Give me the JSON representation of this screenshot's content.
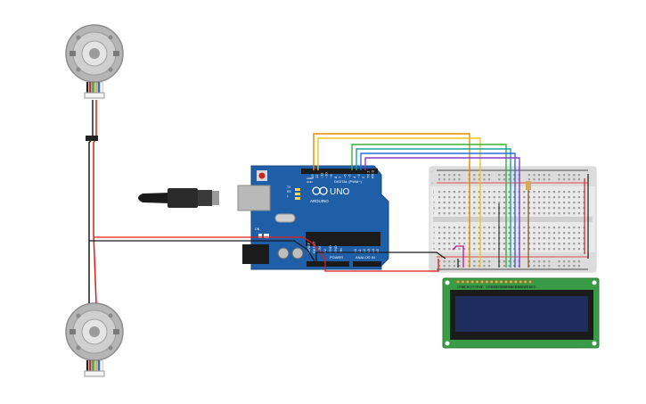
{
  "arduino": {
    "brand": "ARDUINO",
    "model": "UNO",
    "header_digital": "DIGITAL (PWM~)",
    "header_power": "POWER",
    "header_analog": "ANALOG IN",
    "label_tx": "TX",
    "label_rx": "RX",
    "label_l": "L",
    "label_on": "ON",
    "label_aref": "AREF",
    "label_gnd": "GND",
    "digital_pins": [
      "13",
      "12",
      "~11",
      "~10",
      "~9",
      "8",
      "7",
      "~6",
      "~5",
      "4",
      "~3",
      "2",
      "TX 1",
      "RX 0"
    ],
    "power_pins": [
      "IOREF",
      "RESET",
      "3.3V",
      "5V",
      "GND",
      "GND",
      "Vin"
    ],
    "analog_pins": [
      "A0",
      "A1",
      "A2",
      "A3",
      "A4",
      "A5"
    ]
  },
  "lcd": {
    "pin_labels": [
      "GND",
      "VCC",
      "V0",
      "RS",
      "RW",
      "E",
      "DB0",
      "DB1",
      "DB2",
      "DB3",
      "DB4",
      "DB5",
      "DB6",
      "DB7",
      "LED",
      "LED"
    ]
  },
  "breadboard": {
    "row_letters_top": [
      "j",
      "i",
      "h",
      "g",
      "f"
    ],
    "row_letters_bottom": [
      "e",
      "d",
      "c",
      "b",
      "a"
    ],
    "rail_plus": "+",
    "rail_minus": "-"
  },
  "colors": {
    "board_blue": "#1f5fa8",
    "wire_red": "#e01b1b",
    "wire_black": "#1b1b1b",
    "wire_orange": "#e38a00",
    "wire_yellow": "#f0c419",
    "wire_green": "#3cae3c",
    "wire_teal": "#1aa3a3",
    "wire_blue": "#2b6de0",
    "wire_purple": "#8a3cc7",
    "wire_magenta": "#c2188a",
    "wire_brown": "#8b5a2b",
    "lcd_pcb": "#3a9b46",
    "lcd_screen": "#1e2c5e"
  }
}
